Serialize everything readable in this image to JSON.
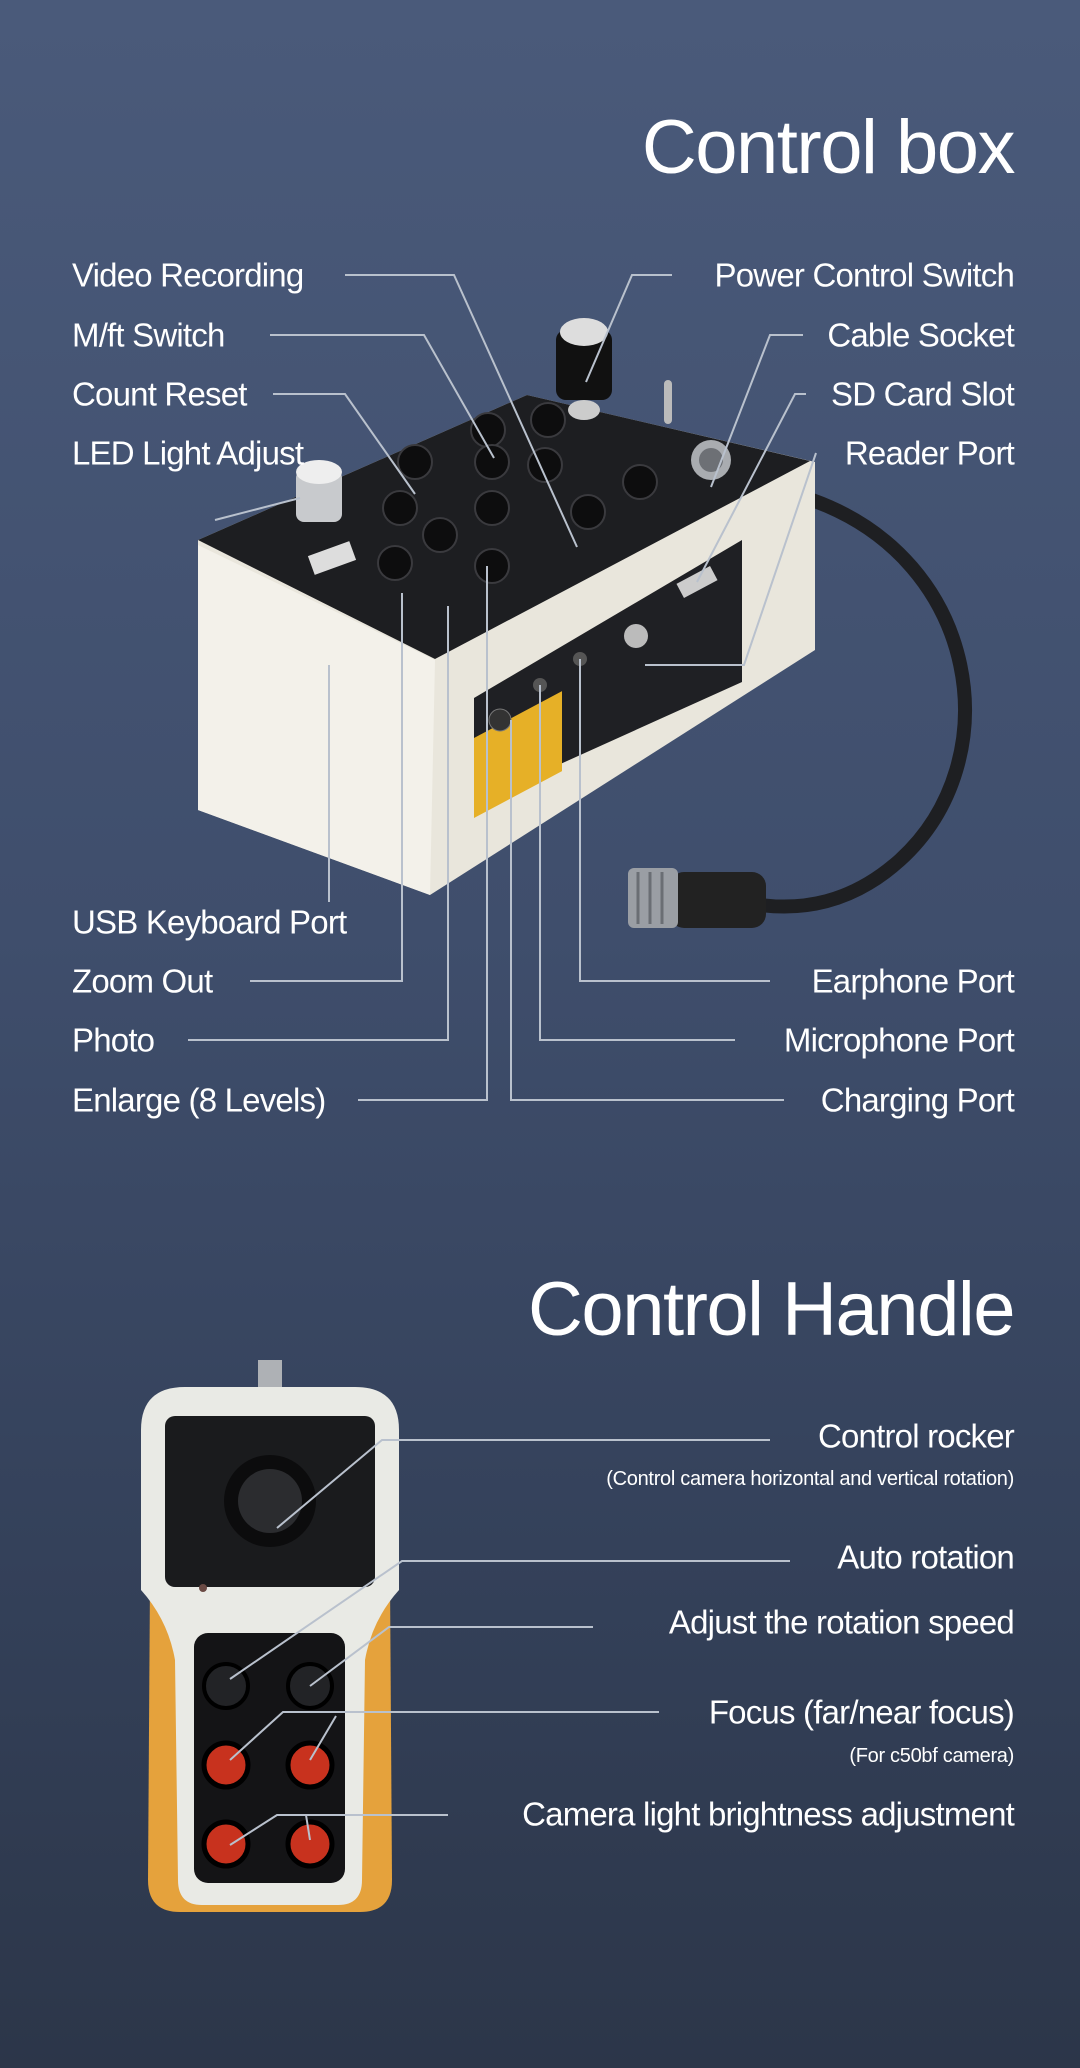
{
  "control_box": {
    "title": "Control box",
    "left_labels": [
      "Video Recording",
      "M/ft Switch",
      "Count Reset",
      "LED Light Adjust"
    ],
    "right_labels": [
      "Power Control Switch",
      "Cable Socket",
      "SD Card Slot",
      "Reader Port"
    ],
    "bottom_left_labels": [
      "USB Keyboard Port",
      "Zoom Out",
      "Photo",
      "Enlarge (8 Levels)"
    ],
    "bottom_right_labels": [
      "Earphone Port",
      "Microphone Port",
      "Charging Port"
    ]
  },
  "control_handle": {
    "title": "Control Handle",
    "labels": [
      {
        "text": "Control rocker",
        "note": "(Control camera horizontal and vertical rotation)"
      },
      {
        "text": "Auto rotation"
      },
      {
        "text": "Adjust the rotation speed"
      },
      {
        "text": "Focus (far/near focus)",
        "note": "(For c50bf camera)"
      },
      {
        "text": "Camera light brightness adjustment"
      }
    ]
  },
  "colors": {
    "line": "#b9c1cd",
    "handle_orange": "#e5a23c",
    "button_red": "#c8321e"
  }
}
